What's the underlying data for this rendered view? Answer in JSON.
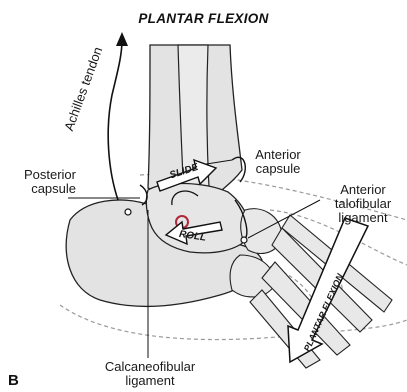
{
  "title": "PLANTAR FLEXION",
  "panel_letter": "B",
  "labels": {
    "achilles_tendon": "Achilles tendon",
    "posterior_capsule_line1": "Posterior",
    "posterior_capsule_line2": "capsule",
    "anterior_capsule_line1": "Anterior",
    "anterior_capsule_line2": "capsule",
    "anterior_talofibular_line1": "Anterior",
    "anterior_talofibular_line2": "talofibular",
    "anterior_talofibular_line3": "ligament",
    "calcaneofibular_line1": "Calcaneofibular",
    "calcaneofibular_line2": "ligament"
  },
  "arrows": {
    "slide": "SLIDE",
    "roll": "ROLL",
    "plantar_flexion": "PLANTAR FLEXION"
  },
  "colors": {
    "bone_fill": "#e3e3e3",
    "outline": "#222222",
    "axis_marker": "#b0283a"
  }
}
